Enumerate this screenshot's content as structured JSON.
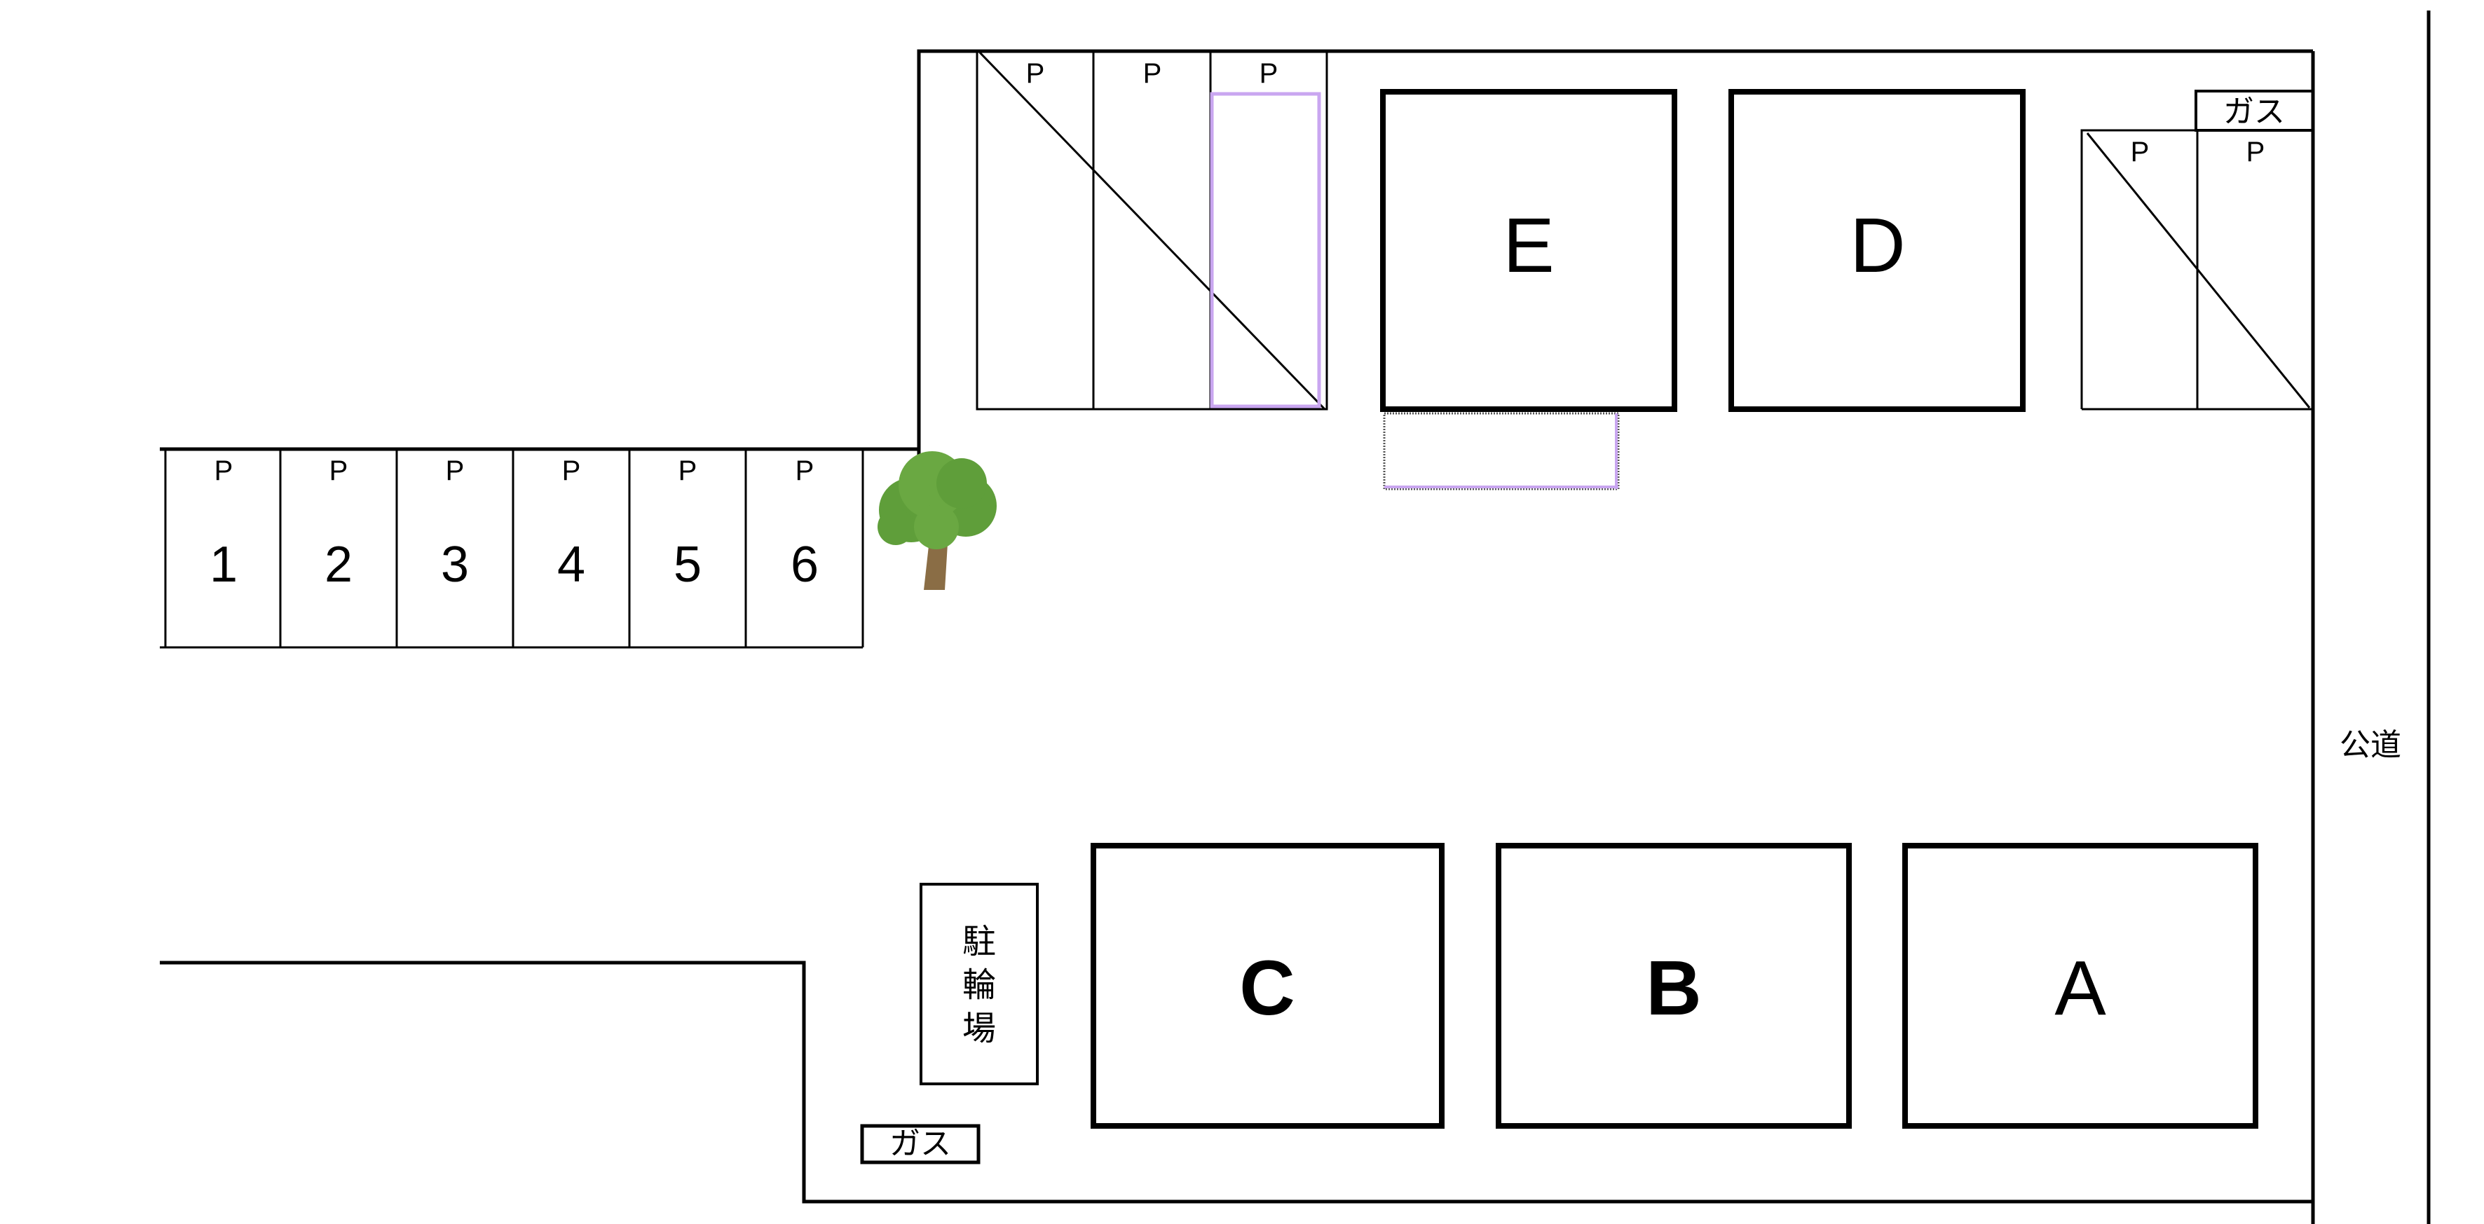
{
  "parking_top": [
    "P",
    "P",
    "P"
  ],
  "parking_right": [
    "P",
    "P"
  ],
  "parking_left": [
    {
      "mark": "P",
      "number": "1"
    },
    {
      "mark": "P",
      "number": "2"
    },
    {
      "mark": "P",
      "number": "3"
    },
    {
      "mark": "P",
      "number": "4"
    },
    {
      "mark": "P",
      "number": "5"
    },
    {
      "mark": "P",
      "number": "6"
    }
  ],
  "buildings": {
    "a": "A",
    "b": "B",
    "c": "C",
    "d": "D",
    "e": "E"
  },
  "gas_top": "ガス",
  "gas_bottom": "ガス",
  "bicycle_parking": [
    "駐",
    "輪",
    "場"
  ],
  "public_road": "公道",
  "colors": {
    "tree_leaf": "#5f9e3a",
    "tree_trunk": "#8a6d45",
    "highlight": "#c9a6f0"
  }
}
